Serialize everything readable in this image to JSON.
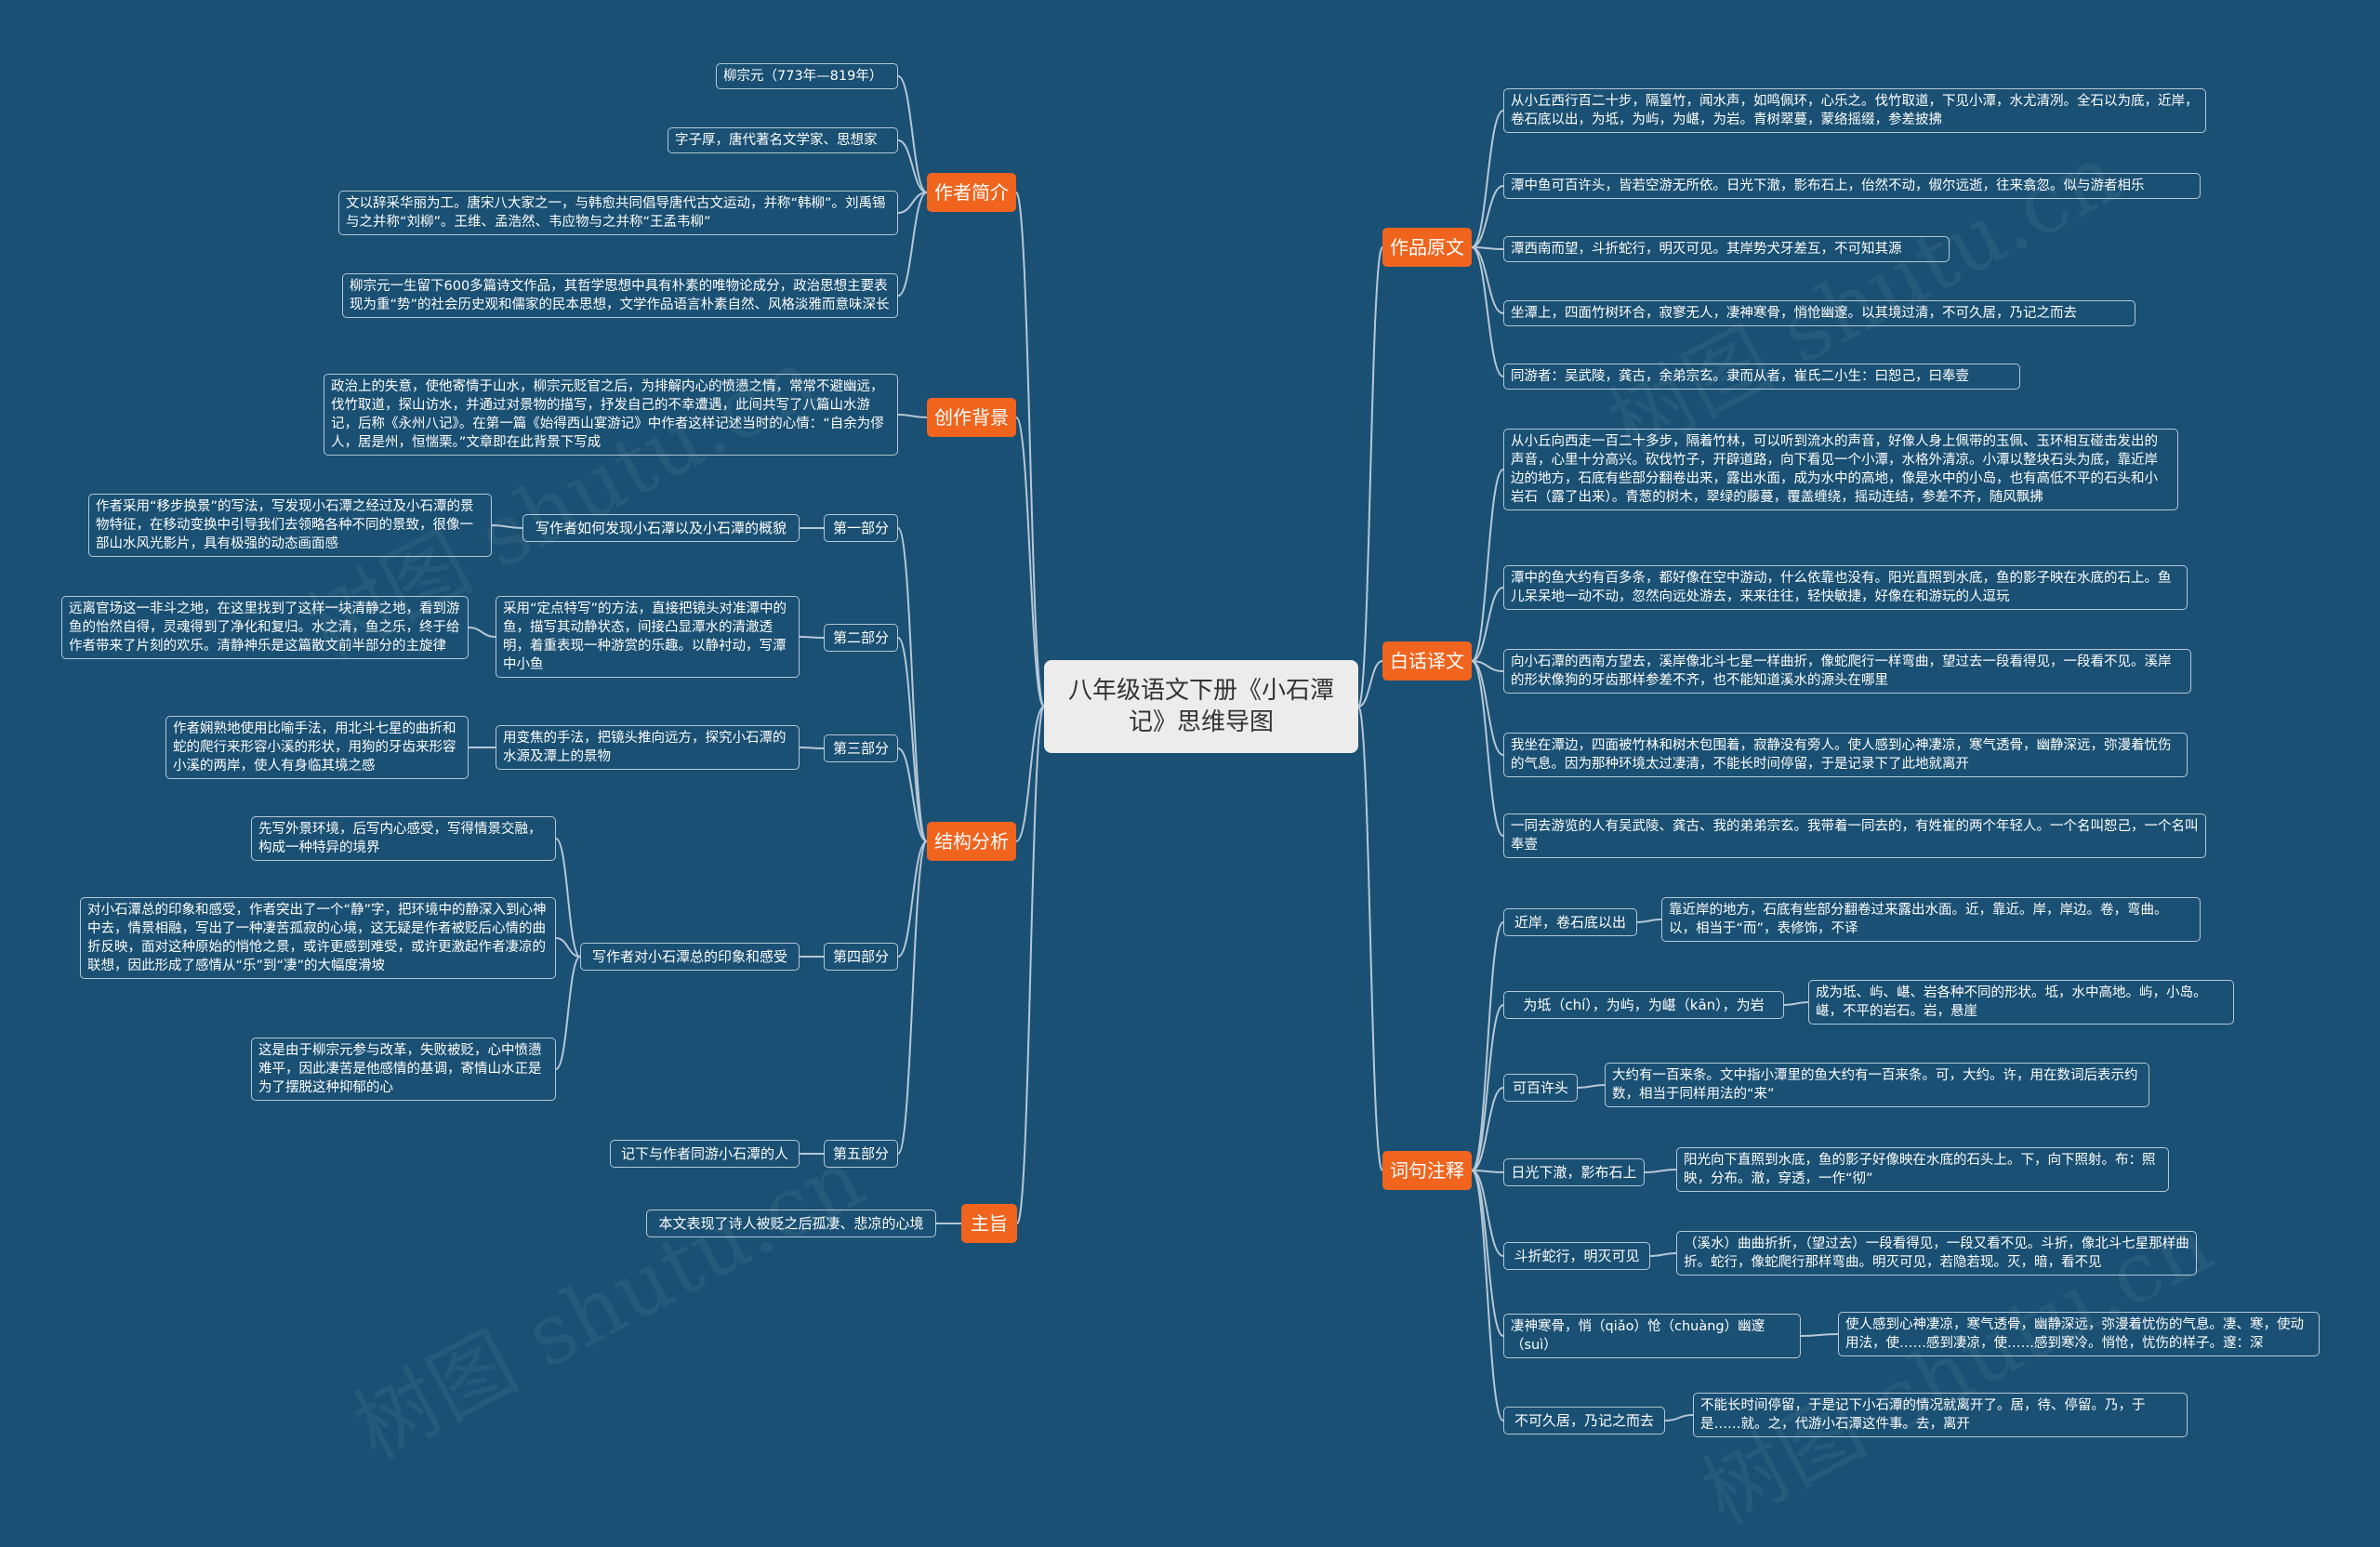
{
  "root": "八年级语文下册《小石潭记》思维导图",
  "colors": {
    "background": "#195073",
    "branch": "#f0641e",
    "line": "#b6c7d6",
    "root": "#ececec"
  },
  "watermark": "树图 shutu.cn",
  "left": {
    "author": {
      "label": "作者简介",
      "items": [
        "柳宗元（773年—819年）",
        "字子厚，唐代著名文学家、思想家",
        "文以辞采华丽为工。唐宋八大家之一，与韩愈共同倡导唐代古文运动，并称“韩柳”。刘禹锡与之并称“刘柳”。王维、孟浩然、韦应物与之并称“王孟韦柳”",
        "柳宗元一生留下600多篇诗文作品，其哲学思想中具有朴素的唯物论成分，政治思想主要表现为重“势”的社会历史观和儒家的民本思想，文学作品语言朴素自然、风格淡雅而意味深长"
      ]
    },
    "background": {
      "label": "创作背景",
      "items": [
        "政治上的失意，使他寄情于山水，柳宗元贬官之后，为排解内心的愤懑之情，常常不避幽远，伐竹取道，探山访水，并通过对景物的描写，抒发自己的不幸遭遇，此间共写了八篇山水游记，后称《永州八记》。在第一篇《始得西山宴游记》中作者这样记述当时的心情：“自余为僇人，居是州，恒惴栗。”文章即在此背景下写成"
      ]
    },
    "structure": {
      "label": "结构分析",
      "parts": [
        {
          "label": "第一部分",
          "summary": "写作者如何发现小石潭以及小石潭的概貌",
          "details": [
            "作者采用“移步换景”的写法，写发现小石潭之经过及小石潭的景物特征，在移动变换中引导我们去领略各种不同的景致，很像一部山水风光影片，具有极强的动态画面感"
          ]
        },
        {
          "label": "第二部分",
          "summary": "采用“定点特写”的方法，直接把镜头对准潭中的鱼，描写其动静状态，间接凸显潭水的清澈透明，着重表现一种游赏的乐趣。以静衬动，写潭中小鱼",
          "details": [
            "远离官场这一非斗之地，在这里找到了这样一块清静之地，看到游鱼的怡然自得，灵魂得到了净化和复归。水之清，鱼之乐，终于给作者带来了片刻的欢乐。清静神乐是这篇散文前半部分的主旋律"
          ]
        },
        {
          "label": "第三部分",
          "summary": "用变焦的手法，把镜头推向远方，探究小石潭的水源及潭上的景物",
          "details": [
            "作者娴熟地使用比喻手法，用北斗七星的曲折和蛇的爬行来形容小溪的形状，用狗的牙齿来形容小溪的两岸，使人有身临其境之感"
          ]
        },
        {
          "label": "第四部分",
          "summary": "写作者对小石潭总的印象和感受",
          "details": [
            "先写外景环境，后写内心感受，写得情景交融，构成一种特异的境界",
            "对小石潭总的印象和感受，作者突出了一个“静”字，把环境中的静深入到心神中去，情景相融，写出了一种凄苦孤寂的心境，这无疑是作者被贬后心情的曲折反映，面对这种原始的悄怆之景，或许更感到难受，或许更激起作者凄凉的联想，因此形成了感情从“乐”到“凄”的大幅度滑坡",
            "这是由于柳宗元参与改革，失败被贬，心中愤懑难平，因此凄苦是他感情的基调，寄情山水正是为了摆脱这种抑郁的心"
          ]
        },
        {
          "label": "第五部分",
          "summary": "记下与作者同游小石潭的人",
          "details": []
        }
      ]
    },
    "theme": {
      "label": "主旨",
      "items": [
        "本文表现了诗人被贬之后孤凄、悲凉的心境"
      ]
    }
  },
  "right": {
    "original": {
      "label": "作品原文",
      "items": [
        "从小丘西行百二十步，隔篁竹，闻水声，如鸣佩环，心乐之。伐竹取道，下见小潭，水尤清冽。全石以为底，近岸，卷石底以出，为坻，为屿，为嵁，为岩。青树翠蔓，蒙络摇缀，参差披拂",
        "潭中鱼可百许头，皆若空游无所依。日光下澈，影布石上，佁然不动，俶尔远逝，往来翕忽。似与游者相乐",
        "潭西南而望，斗折蛇行，明灭可见。其岸势犬牙差互，不可知其源",
        "坐潭上，四面竹树环合，寂寥无人，凄神寒骨，悄怆幽邃。以其境过清，不可久居，乃记之而去",
        "同游者：吴武陵，龚古，余弟宗玄。隶而从者，崔氏二小生：曰恕己，曰奉壹"
      ]
    },
    "translation": {
      "label": "白话译文",
      "items": [
        "从小丘向西走一百二十多步，隔着竹林，可以听到流水的声音，好像人身上佩带的玉佩、玉环相互碰击发出的声音，心里十分高兴。砍伐竹子，开辟道路，向下看见一个小潭，水格外清凉。小潭以整块石头为底，靠近岸边的地方，石底有些部分翻卷出来，露出水面，成为水中的高地，像是水中的小岛，也有高低不平的石头和小岩石（露了出来）。青葱的树木，翠绿的藤蔓，覆盖缠绕，摇动连结，参差不齐，随风飘拂",
        "潭中的鱼大约有百多条，都好像在空中游动，什么依靠也没有。阳光直照到水底，鱼的影子映在水底的石上。鱼儿呆呆地一动不动，忽然向远处游去，来来往往，轻快敏捷，好像在和游玩的人逗玩",
        "向小石潭的西南方望去，溪岸像北斗七星一样曲折，像蛇爬行一样弯曲，望过去一段看得见，一段看不见。溪岸的形状像狗的牙齿那样参差不齐，也不能知道溪水的源头在哪里",
        "我坐在潭边，四面被竹林和树木包围着，寂静没有旁人。使人感到心神凄凉，寒气透骨，幽静深远，弥漫着忧伤的气息。因为那种环境太过凄清，不能长时间停留，于是记录下了此地就离开",
        "一同去游览的人有吴武陵、龚古、我的弟弟宗玄。我带着一同去的，有姓崔的两个年轻人。一个名叫恕己，一个名叫奉壹"
      ]
    },
    "notes": {
      "label": "词句注释",
      "items": [
        {
          "term": "近岸，卷石底以出",
          "explain": "靠近岸的地方，石底有些部分翻卷过来露出水面。近，靠近。岸，岸边。卷，弯曲。以，相当于“而”，表修饰，不译"
        },
        {
          "term": "为坻（chí），为屿，为嵁（kān），为岩",
          "explain": "成为坻、屿、嵁、岩各种不同的形状。坻，水中高地。屿，小岛。嵁，不平的岩石。岩，悬崖"
        },
        {
          "term": "可百许头",
          "explain": "大约有一百来条。文中指小潭里的鱼大约有一百来条。可，大约。许，用在数词后表示约数，相当于同样用法的“来”"
        },
        {
          "term": "日光下澈，影布石上",
          "explain": "阳光向下直照到水底，鱼的影子好像映在水底的石头上。下，向下照射。布：照映，分布。澈，穿透，一作“彻”"
        },
        {
          "term": "斗折蛇行，明灭可见",
          "explain": "（溪水）曲曲折折，（望过去）一段看得见，一段又看不见。斗折，像北斗七星那样曲折。蛇行，像蛇爬行那样弯曲。明灭可见，若隐若现。灭，暗，看不见"
        },
        {
          "term": "凄神寒骨，悄（qiǎo）怆（chuàng）幽邃（suì）",
          "explain": "使人感到心神凄凉，寒气透骨，幽静深远，弥漫着忧伤的气息。凄、寒，使动用法，使……感到凄凉，使……感到寒冷。悄怆，忧伤的样子。邃：深"
        },
        {
          "term": "不可久居，乃记之而去",
          "explain": "不能长时间停留，于是记下小石潭的情况就离开了。居，待、停留。乃，于是……就。之，代游小石潭这件事。去，离开"
        }
      ]
    }
  }
}
